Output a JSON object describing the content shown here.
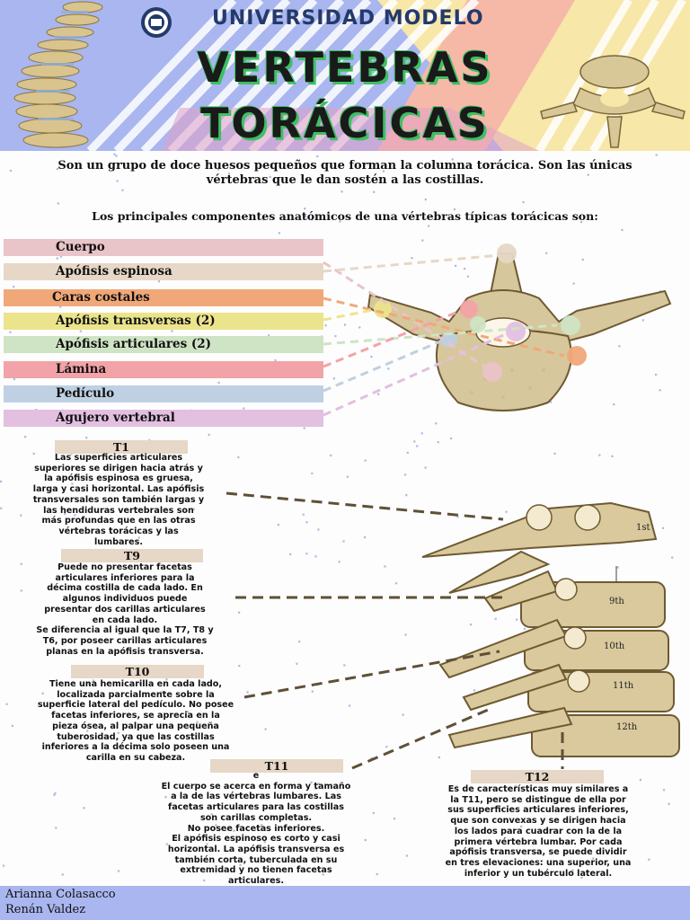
{
  "header": {
    "university": "UNIVERSIDAD MODELO",
    "title_line1": "VERTEBRAS",
    "title_line2": "TORÁCICAS",
    "colors": {
      "header_bg": "#a9b6ef",
      "title_shadow": "#3fbf63"
    }
  },
  "intro": {
    "paragraph": "Son un grupo de doce huesos pequeños que forman la columna torácica. Son las únicas vértebras que le dan sostén a las costillas.",
    "components_intro": "Los principales componentes anatómicos de una vértebras típicas torácicas son:"
  },
  "components": [
    {
      "label": "Cuerpo",
      "color": "#e9c4c8"
    },
    {
      "label": "Apófisis espinosa",
      "color": "#e6d7c6"
    },
    {
      "label": "Caras costales",
      "color": "#f0a878"
    },
    {
      "label": "Apófisis transversas (2)",
      "color": "#ece48c"
    },
    {
      "label": "Apófisis articulares (2)",
      "color": "#cfe4c4"
    },
    {
      "label": "Lámina",
      "color": "#f2a3a8"
    },
    {
      "label": "Pedículo",
      "color": "#bfd0e2"
    },
    {
      "label": "Agujero vertebral",
      "color": "#e3bfe0"
    }
  ],
  "sections": {
    "t1": {
      "title": "T1",
      "text": "Las superficies articulares\nsuperiores se dirigen hacia atrás y\nla apófisis espinosa es gruesa,\nlarga y casi horizontal. Las apófisis\ntransversales son también largas y\nlas hendiduras vertebrales son\nmás profundas que en las otras\nvértebras torácicas y las\nlumbares."
    },
    "t9": {
      "title": "T9",
      "text": "Puede no presentar facetas\narticulares inferiores para la\ndécima costilla de cada lado. En\nalgunos individuos puede\npresentar dos carillas articulares\nen cada lado.\nSe diferencia al igual que la T7, T8 y\nT6, por poseer carillas articulares\nplanas en la apófisis transversa."
    },
    "t10": {
      "title": "T10",
      "text": "Tiene una hemicarilla en cada lado,\nlocalizada parcialmente sobre la\nsuperficie lateral del pedículo. No posee\nfacetas inferiores, se aprecia en la\npieza ósea, al palpar una pequeña\ntuberosidad, ya que las costillas\ninferiores a la décima solo poseen una\ncarilla en su cabeza."
    },
    "t11": {
      "title": "T11",
      "text": "e\nEl cuerpo se acerca en forma y tamaño\na la de las vértebras lumbares. Las\nfacetas articulares para las costillas\nson carillas completas.\nNo posee facetas inferiores.\nEl apófisis espinoso es corto y casi\nhorizontal. La apófisis transversa es\ntambién corta, tuberculada en su\nextremidad y no tienen facetas\narticulares."
    },
    "t12": {
      "title": "T12",
      "text": "Es de características muy similares a\nla T11, pero se distingue de ella por\nsus superficies articulares inferiores,\nque son convexas y se dirigen hacia\nlos lados para cuadrar con la de la\nprimera vértebra lumbar. Por cada\napófisis transversa, se puede dividir\nen tres elevaciones: una superior, una\ninferior y un tubérculo lateral."
    }
  },
  "spine_labels": {
    "first": "1st",
    "ninth": "9th",
    "tenth": "10th",
    "eleventh": "11th",
    "twelfth": "12th"
  },
  "authors": [
    "Arianna Colasacco",
    "Renán Valdez"
  ]
}
